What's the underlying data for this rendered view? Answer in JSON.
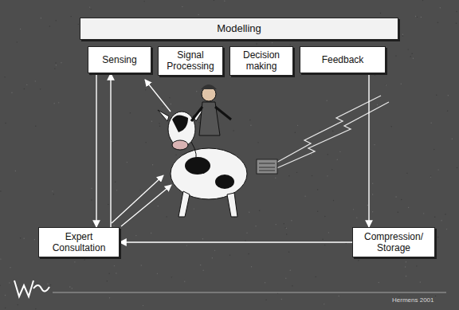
{
  "diagram": {
    "nodes": [
      {
        "text": [
          "Modelling"
        ]
      },
      {
        "text": [
          "Sensing"
        ]
      },
      {
        "text": [
          "Signal Processing"
        ]
      },
      {
        "text": [
          "Decision making"
        ]
      },
      {
        "text": [
          "Feedback"
        ]
      },
      {
        "text": [
          "Expert Consultation"
        ]
      },
      {
        "text": [
          "Compression/ Storage"
        ]
      }
    ],
    "edges": [
      {
        "from": 1,
        "to": 5,
        "arrow": "to"
      },
      {
        "from": 5,
        "to": 1,
        "arrow": "to"
      },
      {
        "from": 4,
        "to": 6,
        "arrow": "to"
      },
      {
        "from": 6,
        "to": 5,
        "arrow": "to"
      }
    ],
    "labels": [
      "Hermens 2001"
    ]
  }
}
